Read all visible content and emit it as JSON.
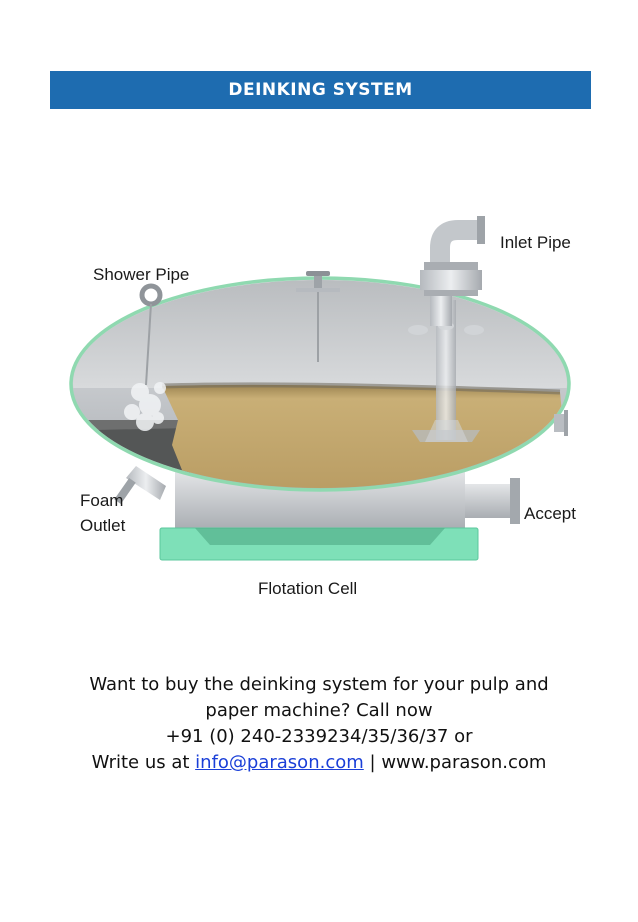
{
  "header": {
    "title": "DEINKING SYSTEM"
  },
  "diagram": {
    "labels": {
      "inlet_pipe": "Inlet Pipe",
      "shower_pipe": "Shower Pipe",
      "foam_outlet_1": "Foam",
      "foam_outlet_2": "Outlet",
      "accept": "Accept",
      "flotation_cell": "Flotation Cell"
    },
    "colors": {
      "tank_outline": "#8fd9b0",
      "pulp": "#c4aa72",
      "steel": "#c9ccd0",
      "base": "#7ee0b8"
    }
  },
  "cta": {
    "line1": "Want to buy the deinking system for your pulp and",
    "line2": "paper machine? Call now",
    "line3": "+91 (0) 240-2339234/35/36/37 or",
    "line4_prefix": "Write us at",
    "email": "info@parason.com",
    "separator": "|",
    "website": "www.parason.com"
  },
  "brand": {
    "banner_color": "#1e6cb0",
    "link_color": "#1a3fd8"
  }
}
